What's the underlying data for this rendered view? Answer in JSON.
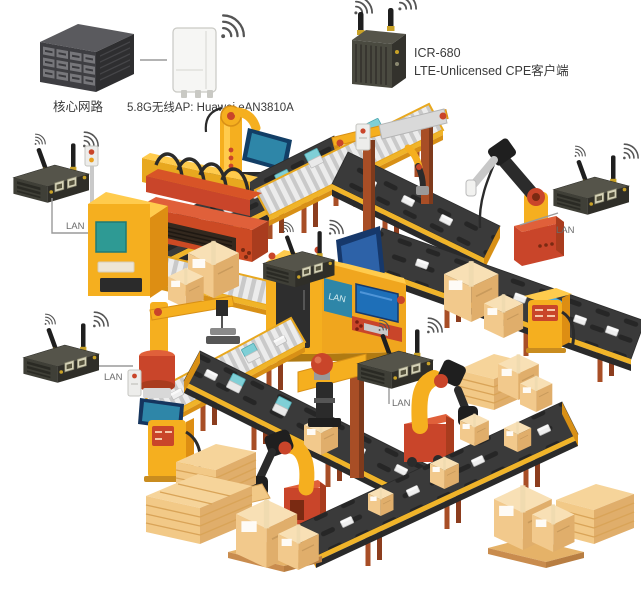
{
  "legend": {
    "core_network_label": "核心网路",
    "ap_label": "5.8G无线AP: Huawei eAN3810A",
    "cpe_model": "ICR-680",
    "cpe_desc": "LTE-Unlicensed CPE客户端"
  },
  "lan_labels": [
    "LAN",
    "LAN",
    "LAN",
    "LAN",
    "LAN"
  ],
  "colors": {
    "background": "#ffffff",
    "machine_yellow": "#F5AF1F",
    "machine_yellow_dark": "#DD8E13",
    "machine_yellow_light": "#FFCB4D",
    "accent_red": "#C9452A",
    "press_orange": "#D85427",
    "belt_dark": "#3A3A3A",
    "belt_edge_yellow": "#F0B429",
    "roller_light": "#E9E9E9",
    "wood_post": "#A84E26",
    "box_tan": "#F2C98C",
    "plank_tan": "#E5B268",
    "screen_blue": "#1E6FB8",
    "screen_teal": "#2E86A8",
    "device_dark": "#3F3F37",
    "antenna_black": "#1F1F1F",
    "text_dark": "#3A3A3A",
    "lan_text": "#6b6b6b",
    "line_gray": "#9a9a9a"
  }
}
